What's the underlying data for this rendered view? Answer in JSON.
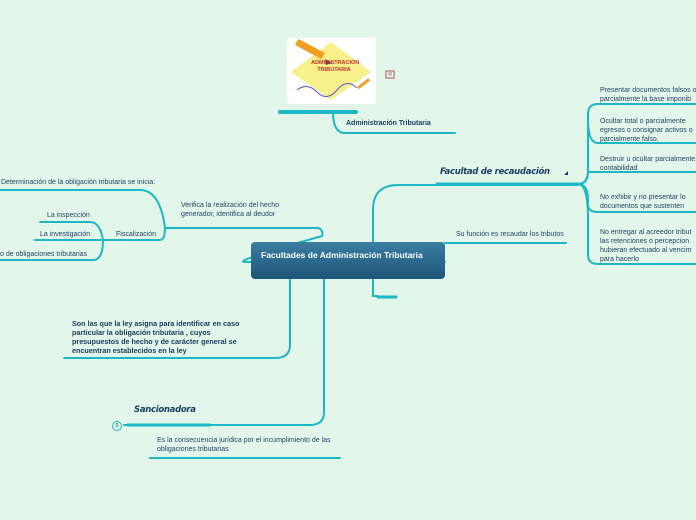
{
  "central": {
    "title": "Facultades de Administración Tributaria"
  },
  "image_node": {
    "caption": "ADMINISTRACION TRIBUTARIA",
    "label": "Administración Tributaria"
  },
  "right": {
    "recaudacion": {
      "title": "Facultad de recaudación",
      "items": [
        "Presentar documentos falsos o parcialmente la base imponib",
        "Ocultar total o parcialmente egresos o consignar activos o parcialmente falso.",
        "Destruir u ocultar parcialmente contabilidad",
        "No exhibir y no presentar lo documentos que sustenten",
        "No entregar al acreedor tribut las retenciones o percepcion hubieran efectuado al vencim para hacerlo"
      ]
    },
    "su_funcion": "Su función es recaudar los tributos"
  },
  "left": {
    "verifica": "Verifica la realización del hecho generador, identifica al deudor",
    "fiscalizacion": "Fiscalización",
    "determinacion": "Determinación de la obligación tributaria se inicia:",
    "inspeccion": "La inspección",
    "investigacion": "La investigación",
    "obligaciones": "o  de obligaciones tributarias",
    "definicion": "Son las que la ley asigna para identificar en caso particular la obligación tributaria , cuyos presupuestos de hecho y de carácter general se encuentran establecidos en la ley",
    "sancionadora": "Sancionadora",
    "collapse_marker": "0",
    "consecuencia": "Es la consecuencia jurídica por el incumplimiento de las obligaciones tributarias"
  },
  "colors": {
    "branch": "#19b9c6",
    "node": "#2d6f95",
    "background": "#e2f7ea"
  }
}
